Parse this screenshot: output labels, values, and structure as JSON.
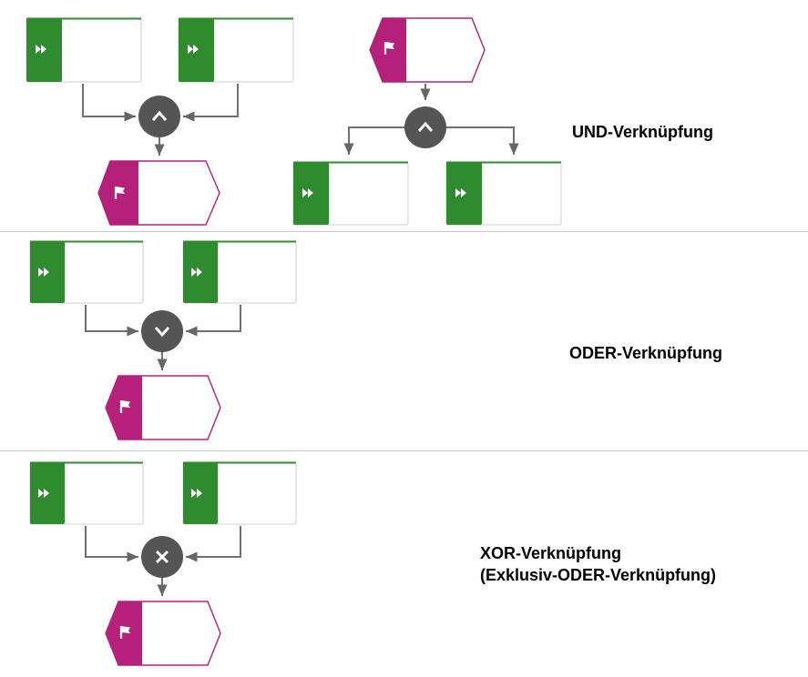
{
  "sections": [
    {
      "id": "und",
      "label": "UND-Verknüpfung",
      "operator_glyph": "^"
    },
    {
      "id": "oder",
      "label": "ODER-Verknüpfung",
      "operator_glyph": "v"
    },
    {
      "id": "xor",
      "label_line1": "XOR-Verknüpfung",
      "label_line2": "(Exklusiv-ODER-Verknüpfung)",
      "operator_glyph": "×"
    }
  ],
  "colors": {
    "function": "#2e8b2e",
    "event": "#b5207a",
    "operator": "#555555",
    "connector": "#707070",
    "divider": "#c8c8c8"
  },
  "icons": {
    "function": "fast-forward-icon",
    "event": "flag-icon"
  }
}
